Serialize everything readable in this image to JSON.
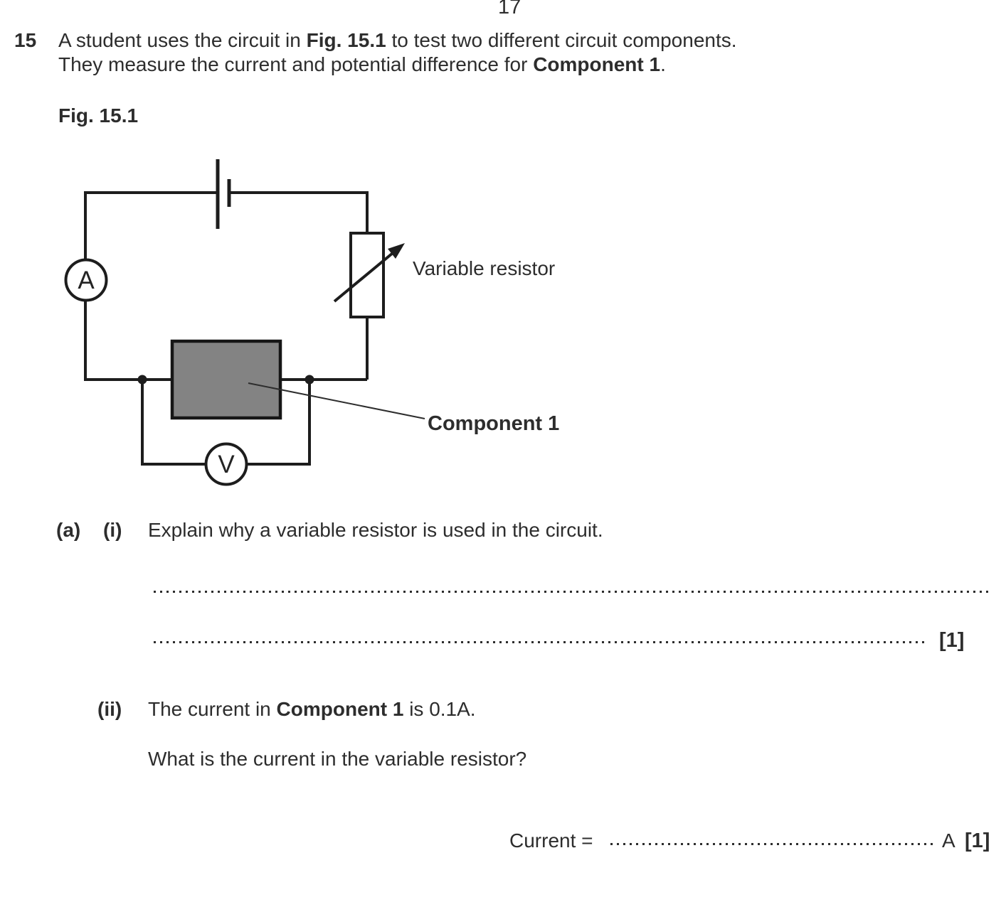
{
  "page": {
    "number": "17"
  },
  "question": {
    "number": "15",
    "intro_line1_a": "A student uses the circuit in ",
    "intro_line1_b": "Fig. 15.1",
    "intro_line1_c": " to test two different circuit components.",
    "intro_line2_a": "They measure the current and potential difference for ",
    "intro_line2_b": "Component 1",
    "intro_line2_c": "."
  },
  "figure": {
    "label": "Fig. 15.1",
    "ammeter_symbol": "A",
    "voltmeter_symbol": "V",
    "variable_resistor_label": "Variable resistor",
    "component_label": "Component 1",
    "colors": {
      "wire": "#1d1d1d",
      "component_fill": "#838383"
    }
  },
  "part_a": {
    "label": "(a)",
    "i": {
      "label": "(i)",
      "prompt": "Explain why a variable resistor is used in the circuit.",
      "marks": "[1]"
    },
    "ii": {
      "label": "(ii)",
      "statement_a": "The current in ",
      "statement_b": "Component 1",
      "statement_c": " is 0.1A.",
      "prompt": "What is the current in the variable resistor?",
      "answer_label": "Current =",
      "answer_unit": "A",
      "marks": "[1]"
    }
  }
}
